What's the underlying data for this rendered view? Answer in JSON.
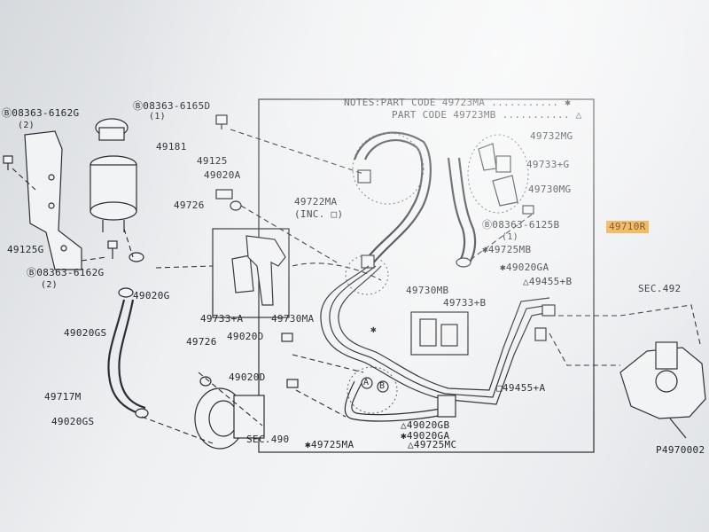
{
  "notes": {
    "line1": "NOTES:PART CODE 49723MA ........... ✱",
    "line2": "PART CODE 49723MB ........... △"
  },
  "labels": {
    "p08363_6162G_top": "Ⓑ08363-6162G",
    "p08363_6162G_top_qty": "(2)",
    "p08363_6165D": "Ⓑ08363-6165D",
    "p08363_6165D_qty": "(1)",
    "p49181": "49181",
    "p49125": "49125",
    "p49020A": "49020A",
    "p49726_top": "49726",
    "p49722MA": "49722MA",
    "p49722MA_inc": "(INC. □)",
    "p49125G": "49125G",
    "p08363_6162G_bot": "Ⓑ08363-6162G",
    "p08363_6162G_bot_qty": "(2)",
    "p49020G": "49020G",
    "p49020GS_top": "49020GS",
    "p49732MG": "49732MG",
    "p49733G": "49733+G",
    "p49730MG": "49730MG",
    "p08363_6125B": "Ⓑ08363-6125B",
    "p08363_6125B_qty": "(1)",
    "p49710R": "49710R",
    "p49725MB": "✱49725MB",
    "p49020GA_top": "✱49020GA",
    "p49455B": "△49455+B",
    "sec492": "SEC.492",
    "p49730MB": "49730MB",
    "p49733B": "49733+B",
    "p49733A": "49733+A",
    "p49730MA": "49730MA",
    "p49726_mid": "49726",
    "p49020D_1": "49020D",
    "p49020D_2": "49020D",
    "p49455A": "□49455+A",
    "p49717M": "49717M",
    "p49020GS_bot": "49020GS",
    "p49020GB": "△49020GB",
    "p49020GA_bot": "✱49020GA",
    "sec490": "SEC.490",
    "p49725MA": "✱49725MA",
    "p49725MC": "△49725MC",
    "p4970002": "P4970002",
    "star": "✱",
    "circleA": "A",
    "circleB": "B"
  },
  "colors": {
    "highlight": "#f0a83a",
    "ink": "#2a2d33"
  }
}
